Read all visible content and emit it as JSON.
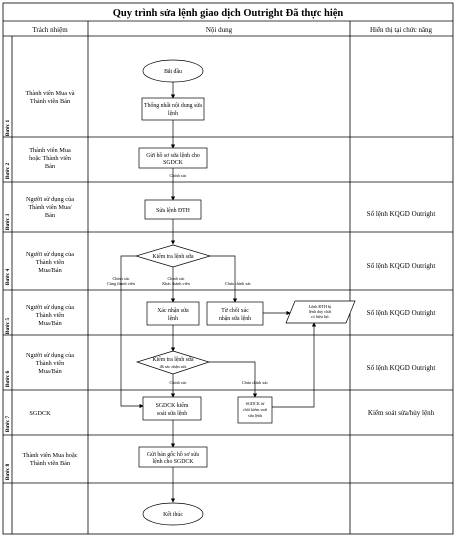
{
  "title": "Quy trình sửa lệnh giao dịch Outright Đã thực hiện",
  "headers": {
    "responsibility": "Trách nhiệm",
    "content": "Nội dung",
    "display": "Hiển thị tại chức năng"
  },
  "steps": [
    {
      "label": "Bước 1",
      "responsibility": [
        "Thành viên Mua và",
        "Thành viên Bán"
      ],
      "display": ""
    },
    {
      "label": "Bước 2",
      "responsibility": [
        "Thành viên Mua",
        "hoặc Thành viên",
        "Bán"
      ],
      "display": ""
    },
    {
      "label": "Bước 3",
      "responsibility": [
        "Người sử dụng của",
        "Thành viên Mua/",
        "Bán"
      ],
      "display": "Sổ lệnh KQGD Outright"
    },
    {
      "label": "Bước 4",
      "responsibility": [
        "Người sử dụng của",
        "Thành viên",
        "Mua/Bán"
      ],
      "display": "Sổ lệnh KQGD Outright"
    },
    {
      "label": "Bước 5",
      "responsibility": [
        "Người sử dụng của",
        "Thành viên",
        "Mua/Bán"
      ],
      "display": "Sổ lệnh KQGD Outright"
    },
    {
      "label": "Bước 6",
      "responsibility": [
        "Người sử dụng của",
        "Thành viên",
        "Mua/Bán"
      ],
      "display": "Sổ lệnh KQGD Outright"
    },
    {
      "label": "Bước 7",
      "responsibility": [
        "SGDCK"
      ],
      "display": "Kiểm soát sửa/hủy lệnh"
    },
    {
      "label": "Bước 8",
      "responsibility": [
        "Thành viên Mua hoặc",
        "Thành viên Bán"
      ],
      "display": ""
    }
  ],
  "flow": {
    "start": "Bắt đầu",
    "unify": [
      "Thống nhất nội dung sửa",
      "lệnh"
    ],
    "send": [
      "Gửi hồ sơ sửa lệnh cho",
      "SGDCK"
    ],
    "send_note": "Chính xác",
    "edit": "Sửa lệnh ĐTH",
    "check": "Kiểm tra lệnh sửa",
    "note_left": [
      "Chính xác",
      "Cùng thành viên"
    ],
    "note_mid": [
      "Chính xác",
      "Khác thành viên"
    ],
    "note_right": "Chưa chính xác",
    "confirm": [
      "Xác nhận sửa",
      "lệnh"
    ],
    "reject": [
      "Từ chối xác",
      "nhận sửa lệnh"
    ],
    "doc": [
      "Lệnh ĐTH bị",
      "lệnh duy chất",
      "có hiệu lực"
    ],
    "check2": [
      "Kiểm tra lệnh sửa",
      "đã xác nhận sửa"
    ],
    "note2_left": "Chính xác",
    "note2_right": "Chưa chính xác",
    "sgdck_ok": [
      "SGDCK kiểm",
      "soát sửa lệnh"
    ],
    "sgdck_reject": [
      "SGDCK từ",
      "chối kiểm soát",
      "sửa lệnh"
    ],
    "original": [
      "Gửi bản gốc hồ sơ sửa",
      "lệnh cho SGDCK"
    ],
    "end": "Kết thúc"
  }
}
